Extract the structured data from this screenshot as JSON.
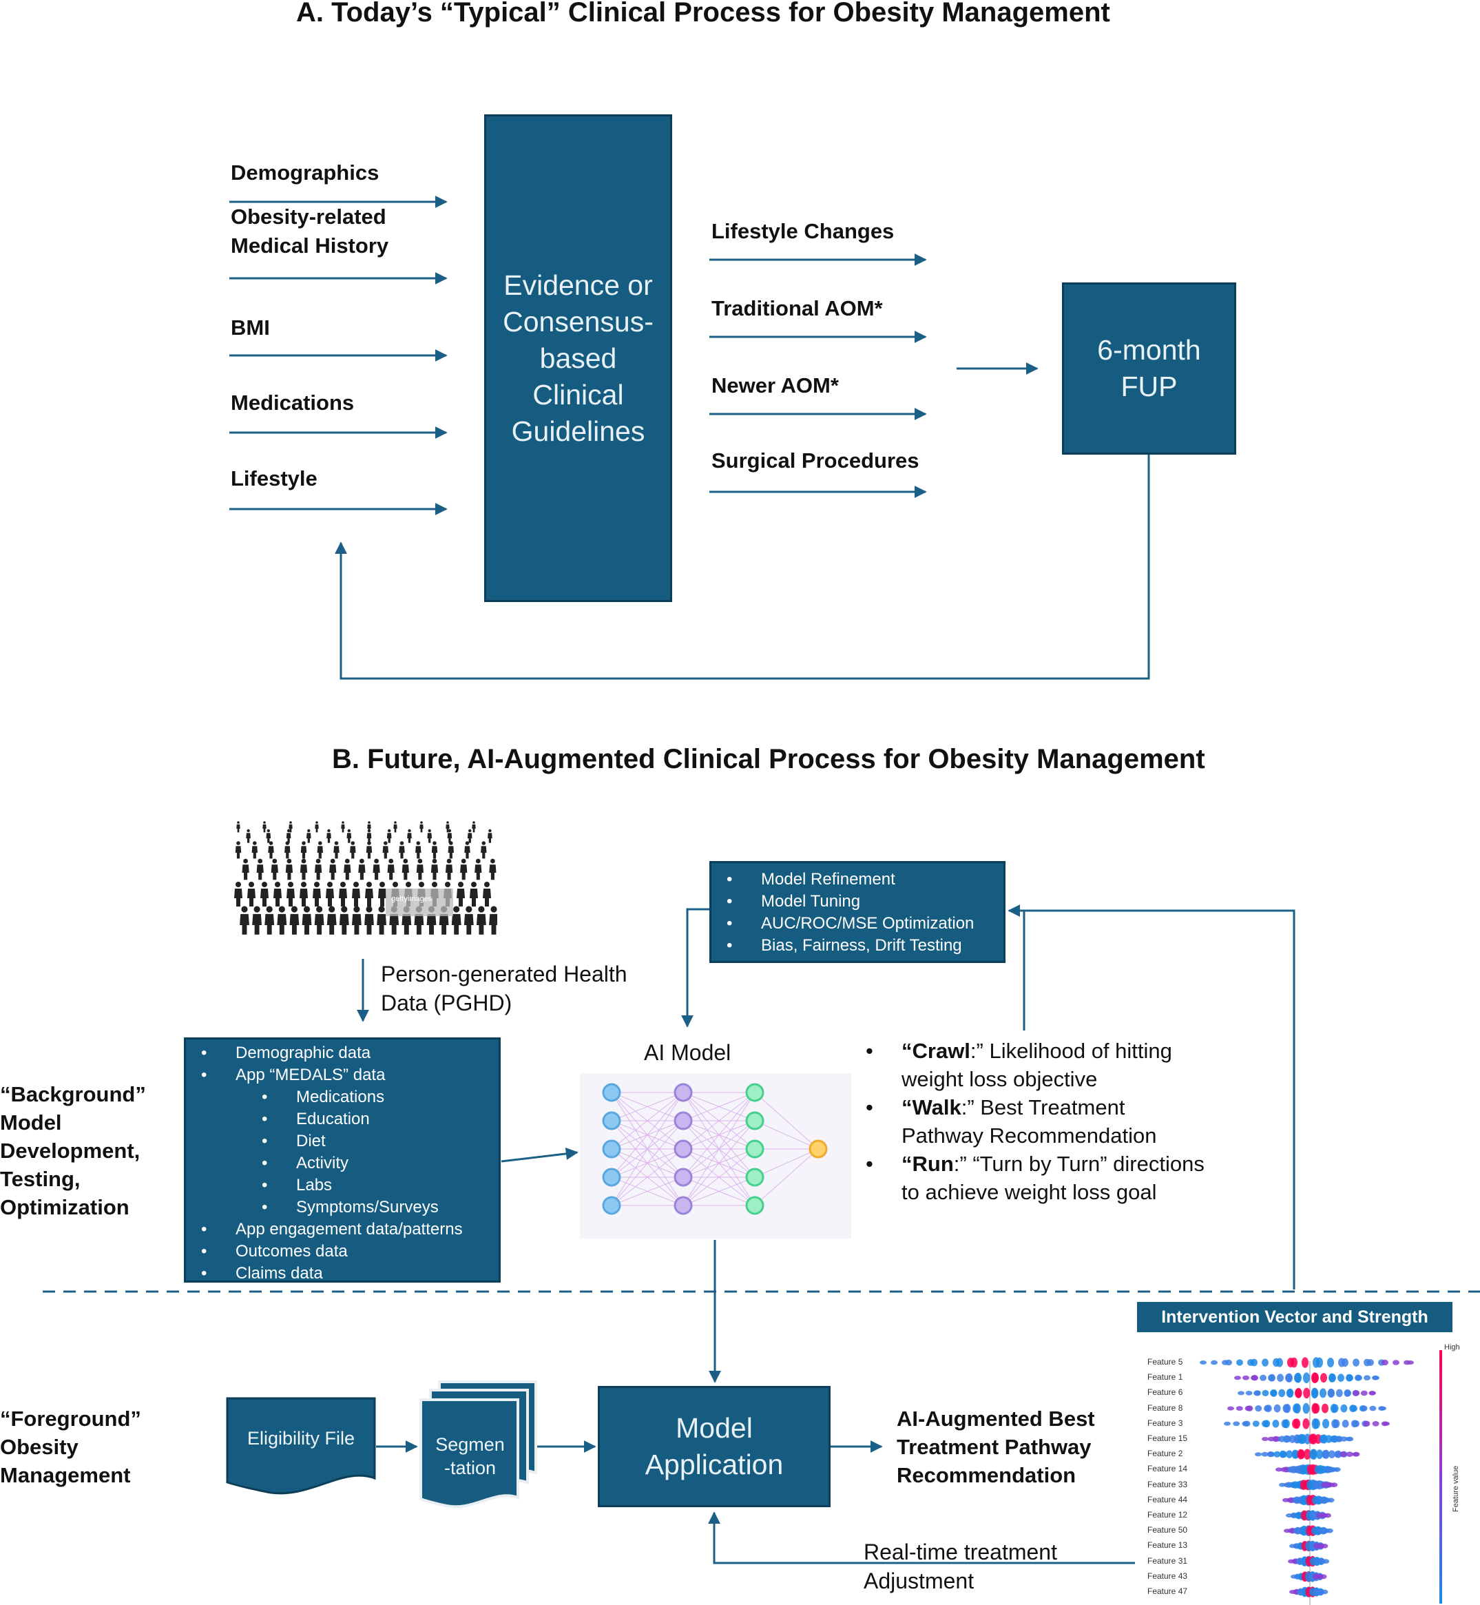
{
  "panel_a": {
    "title": "A.  Today’s “Typical” Clinical Process for Obesity Management",
    "inputs": [
      "Demographics",
      "Obesity-related\nMedical History",
      "BMI",
      "Medications",
      "Lifestyle"
    ],
    "guidelines_box": "Evidence or Consensus-based Clinical Guidelines",
    "outputs": [
      "Lifestyle Changes",
      "Traditional AOM*",
      "Newer AOM*",
      "Surgical Procedures"
    ],
    "fup_box": "6-month FUP"
  },
  "panel_b": {
    "title": "B.  Future, AI-Augmented Clinical Process for Obesity Management",
    "pghd_label": "Person-generated Health Data (PGHD)",
    "data_list": [
      {
        "text": "Demographic data",
        "level": 1
      },
      {
        "text": "App “MEDALS” data",
        "level": 1
      },
      {
        "text": "Medications",
        "level": 2
      },
      {
        "text": "Education",
        "level": 2
      },
      {
        "text": "Diet",
        "level": 2
      },
      {
        "text": "Activity",
        "level": 2
      },
      {
        "text": "Labs",
        "level": 2
      },
      {
        "text": "Symptoms/Surveys",
        "level": 2
      },
      {
        "text": "App engagement data/patterns",
        "level": 1
      },
      {
        "text": "Outcomes data",
        "level": 1
      },
      {
        "text": "Claims data",
        "level": 1
      }
    ],
    "refinement_list": [
      "Model Refinement",
      "Model Tuning",
      "AUC/ROC/MSE Optimization",
      "Bias, Fairness, Drift Testing"
    ],
    "ai_model_label": "AI Model",
    "outputs": [
      {
        "bold": "“Crawl",
        "rest": ":” Likelihood of hitting weight loss objective"
      },
      {
        "bold": "“Walk",
        "rest": ":” Best Treatment Pathway Recommendation"
      },
      {
        "bold": "“Run",
        "rest": ":” “Turn by Turn” directions to achieve weight loss goal"
      }
    ],
    "background_label": "“Background” Model Development, Testing, Optimization",
    "foreground_label": "“Foreground” Obesity Management",
    "eligibility_file": "Eligibility File",
    "segmentation": "Segmen\n-tation",
    "model_application": "Model Application",
    "recommendation": "AI-Augmented Best Treatment Pathway Recommendation",
    "adjustment": "Real-time treatment Adjustment",
    "shap_title": "Intervention Vector and Strength",
    "shap_high": "High",
    "shap_axis": "Feature value",
    "shap_features": [
      "Feature 5",
      "Feature 1",
      "Feature 6",
      "Feature 8",
      "Feature 3",
      "Feature 15",
      "Feature 2",
      "Feature 14",
      "Feature 33",
      "Feature 44",
      "Feature 12",
      "Feature 50",
      "Feature 13",
      "Feature 31",
      "Feature 43",
      "Feature 47"
    ]
  }
}
